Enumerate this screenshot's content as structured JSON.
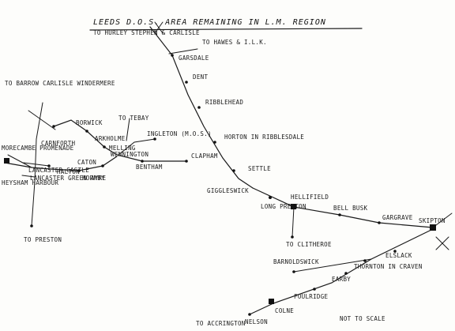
{
  "title": "LEEDS D.O.S. AREA REMAINING IN L.M. REGION",
  "note": "NOT TO SCALE",
  "labels": {
    "to_hurley_stephen_carlisle": "TO HURLEY STEPHEN & CARLISLE",
    "to_hawes_ilk": "TO HAWES & I.L.K.",
    "garsdale": "GARSDALE",
    "dent": "DENT",
    "ribblehead": "RIBBLEHEAD",
    "horton": "HORTON IN RIBBLESDALE",
    "settle": "SETTLE",
    "giggleswick": "GIGGLESWICK",
    "long_preston": "LONG PRESTON",
    "hellifield": "HELLIFIELD",
    "bell_busk": "BELL BUSK",
    "gargrave": "GARGRAVE",
    "skipton": "SKIPTON",
    "to_clitheroe": "TO CLITHEROE",
    "elslack": "ELSLACK",
    "thornton": "THORNTON IN CRAVEN",
    "earby": "EARBY",
    "barnoldswick": "BARNOLDSWICK",
    "foulridge": "FOULRIDGE",
    "colne": "COLNE",
    "nelson": "NELSON",
    "to_accrington": "TO ACCRINGTON",
    "to_barrow": "TO BARROW CARLISLE WINDERMERE",
    "carnforth": "CARNFORTH",
    "borwick": "BORWICK",
    "to_tebay": "TO TEBAY",
    "arkholme": "ARKHOLME",
    "melling": "MELLING",
    "wennington": "WENNINGTON",
    "ingleton": "INGLETON (M.O.S.)",
    "caton": "CATON",
    "halton": "HALTON",
    "hornby": "HORNBY",
    "bentham": "BENTHAM",
    "clapham": "CLAPHAM",
    "morecambe": "MORECAMBE PROMENADE",
    "heysham": "HEYSHAM HARBOUR",
    "lancaster": "LANCASTER GREEN AYRE",
    "lancaster_castle": "LANCASTER CASTLE",
    "to_preston": "TO PRESTON"
  }
}
